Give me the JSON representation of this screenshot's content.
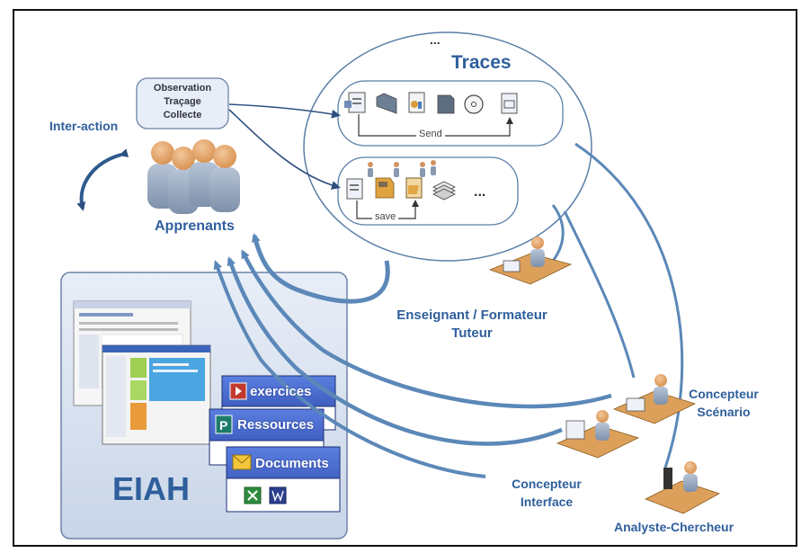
{
  "labels": {
    "traces": "Traces",
    "ellipsis_top": "...",
    "observation": "Observation",
    "tracage": "Traçage",
    "collecte": "Collecte",
    "inter_action": "Inter-action",
    "apprenants": "Apprenants",
    "send": "Send",
    "save": "save",
    "ellipsis_save": "...",
    "enseignant_line1": "Enseignant / Formateur",
    "enseignant_line2": "Tuteur",
    "concepteur_scenario_line1": "Concepteur",
    "concepteur_scenario_line2": "Scénario",
    "concepteur_interface_line1": "Concepteur",
    "concepteur_interface_line2": "Interface",
    "analyste": "Analyste-Chercheur",
    "eiah": "EIAH",
    "exercices": "exercices",
    "ressources": "Ressources",
    "documents": "Documents"
  },
  "colors": {
    "label_blue": "#2f5f9c",
    "arrow_blue": "#5b88b8",
    "panel_fill": "#dfe6f1",
    "panel_border": "#6b83a8",
    "card_blue": "#2f4fb5"
  },
  "icons": [
    "person-group-icon",
    "document-icon",
    "folder-icon",
    "disc-icon",
    "stack-icon",
    "desk-worker-icon",
    "excel-icon",
    "word-icon",
    "powerpoint-icon",
    "publisher-icon",
    "mail-icon"
  ]
}
